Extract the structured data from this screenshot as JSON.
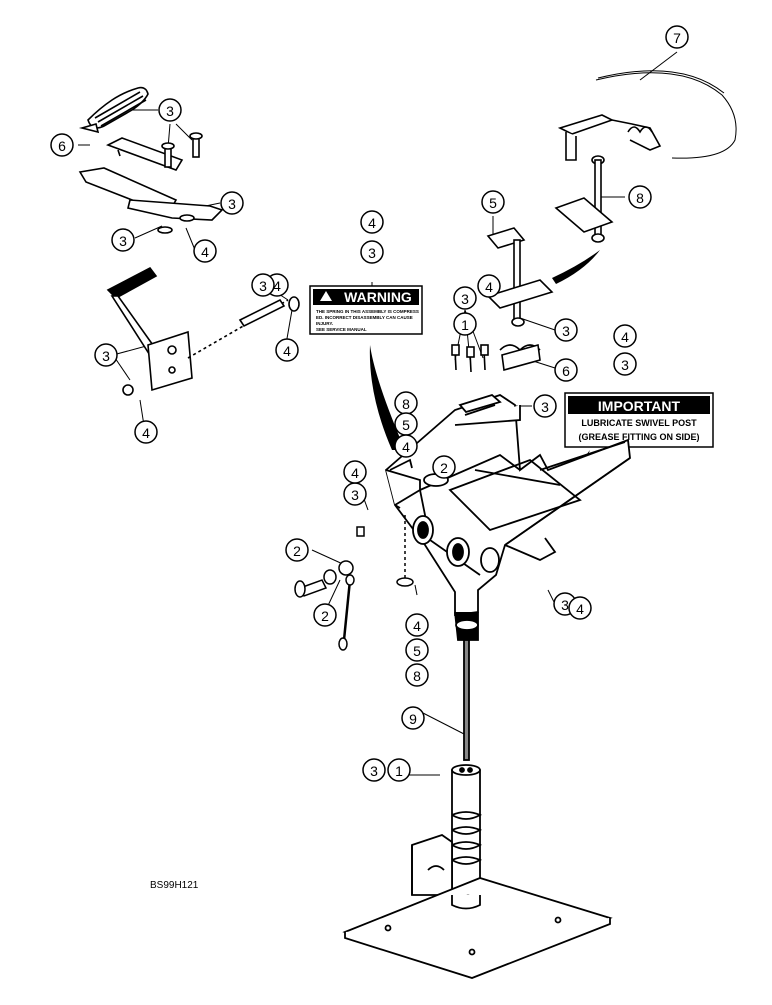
{
  "diagram": {
    "drawing_code": "BS99H121",
    "warning_label": {
      "title": "WARNING",
      "text_lines": [
        "THE SPRING IN THIS ASSEMBLY IS COMPRESS",
        "ED. INCORRECT DISASSEMBLY CAN CAUSE",
        "INJURY.",
        "SEE SERVICE MANUAL"
      ]
    },
    "important_label": {
      "title": "IMPORTANT",
      "lines": [
        "LUBRICATE SWIVEL POST",
        "(GREASE FITTING ON SIDE)"
      ]
    },
    "callouts": [
      {
        "id": "c7",
        "number": "7"
      },
      {
        "id": "c8a",
        "number": "8"
      },
      {
        "id": "c3a",
        "number": "3"
      },
      {
        "id": "c6a",
        "number": "6"
      },
      {
        "id": "c3b",
        "number": "3"
      },
      {
        "id": "c3c",
        "number": "3"
      },
      {
        "id": "c4a",
        "number": "4"
      },
      {
        "id": "c4b",
        "number": "4"
      },
      {
        "id": "c3d",
        "number": "3"
      },
      {
        "id": "c5a",
        "number": "5"
      },
      {
        "id": "c4c",
        "number": "4"
      },
      {
        "id": "c3e",
        "number": "3"
      },
      {
        "id": "c4d",
        "number": "4"
      },
      {
        "id": "c3f",
        "number": "3"
      },
      {
        "id": "c1a",
        "number": "1"
      },
      {
        "id": "c3g",
        "number": "3"
      },
      {
        "id": "c6b",
        "number": "6"
      },
      {
        "id": "c4e",
        "number": "4"
      },
      {
        "id": "c3h",
        "number": "3"
      },
      {
        "id": "c3i",
        "number": "3"
      },
      {
        "id": "c4f",
        "number": "4"
      },
      {
        "id": "c3j",
        "number": "3"
      },
      {
        "id": "c4g",
        "number": "4"
      },
      {
        "id": "c8b",
        "number": "8"
      },
      {
        "id": "c5b",
        "number": "5"
      },
      {
        "id": "c4h",
        "number": "4"
      },
      {
        "id": "c2a",
        "number": "2"
      },
      {
        "id": "c3k",
        "number": "3"
      },
      {
        "id": "c4i",
        "number": "4"
      },
      {
        "id": "c3l",
        "number": "3"
      },
      {
        "id": "c2b",
        "number": "2"
      },
      {
        "id": "c2c",
        "number": "2"
      },
      {
        "id": "c3m",
        "number": "3"
      },
      {
        "id": "c4j",
        "number": "4"
      },
      {
        "id": "c4k",
        "number": "4"
      },
      {
        "id": "c5c",
        "number": "5"
      },
      {
        "id": "c8c",
        "number": "8"
      },
      {
        "id": "c9",
        "number": "9"
      },
      {
        "id": "c3n",
        "number": "3"
      },
      {
        "id": "c1b",
        "number": "1"
      }
    ]
  }
}
